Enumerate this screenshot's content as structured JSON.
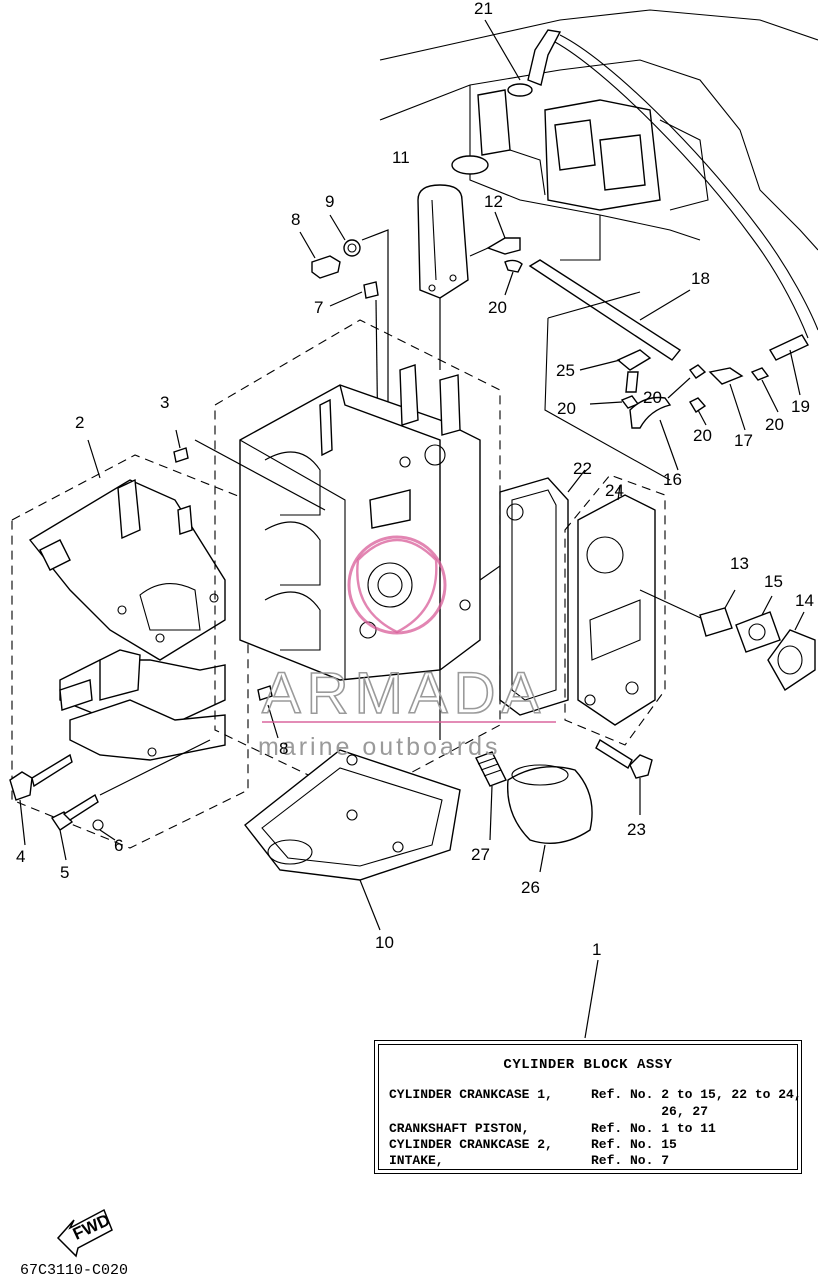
{
  "callouts": {
    "c1": "1",
    "c2": "2",
    "c3": "3",
    "c4": "4",
    "c5": "5",
    "c6": "6",
    "c7": "7",
    "c8a": "8",
    "c8b": "8",
    "c9": "9",
    "c10": "10",
    "c11": "11",
    "c12": "12",
    "c13": "13",
    "c14": "14",
    "c15": "15",
    "c16": "16",
    "c17": "17",
    "c18": "18",
    "c19": "19",
    "c20a": "20",
    "c20b": "20",
    "c20c": "20",
    "c20d": "20",
    "c20e": "20",
    "c21": "21",
    "c22": "22",
    "c23": "23",
    "c24": "24",
    "c25": "25",
    "c26": "26",
    "c27": "27"
  },
  "watermark": {
    "brand": "ARMADA",
    "tagline": "marine outboards",
    "brand_color": "#d85c98"
  },
  "fwd_label": "FWD",
  "drawing_code": "67C3110-C020",
  "info_box": {
    "title": "CYLINDER  BLOCK ASSY",
    "rows": [
      {
        "name": "CYLINDER CRANKCASE 1,",
        "ref": "Ref. No. 2 to 15, 22 to 24,"
      },
      {
        "name": "",
        "ref": "         26, 27"
      },
      {
        "name": "CRANKSHAFT PISTON,",
        "ref": "Ref. No. 1 to 11"
      },
      {
        "name": "CYLINDER CRANKCASE 2,",
        "ref": "Ref. No. 15"
      },
      {
        "name": "INTAKE,",
        "ref": "Ref. No. 7"
      }
    ]
  }
}
